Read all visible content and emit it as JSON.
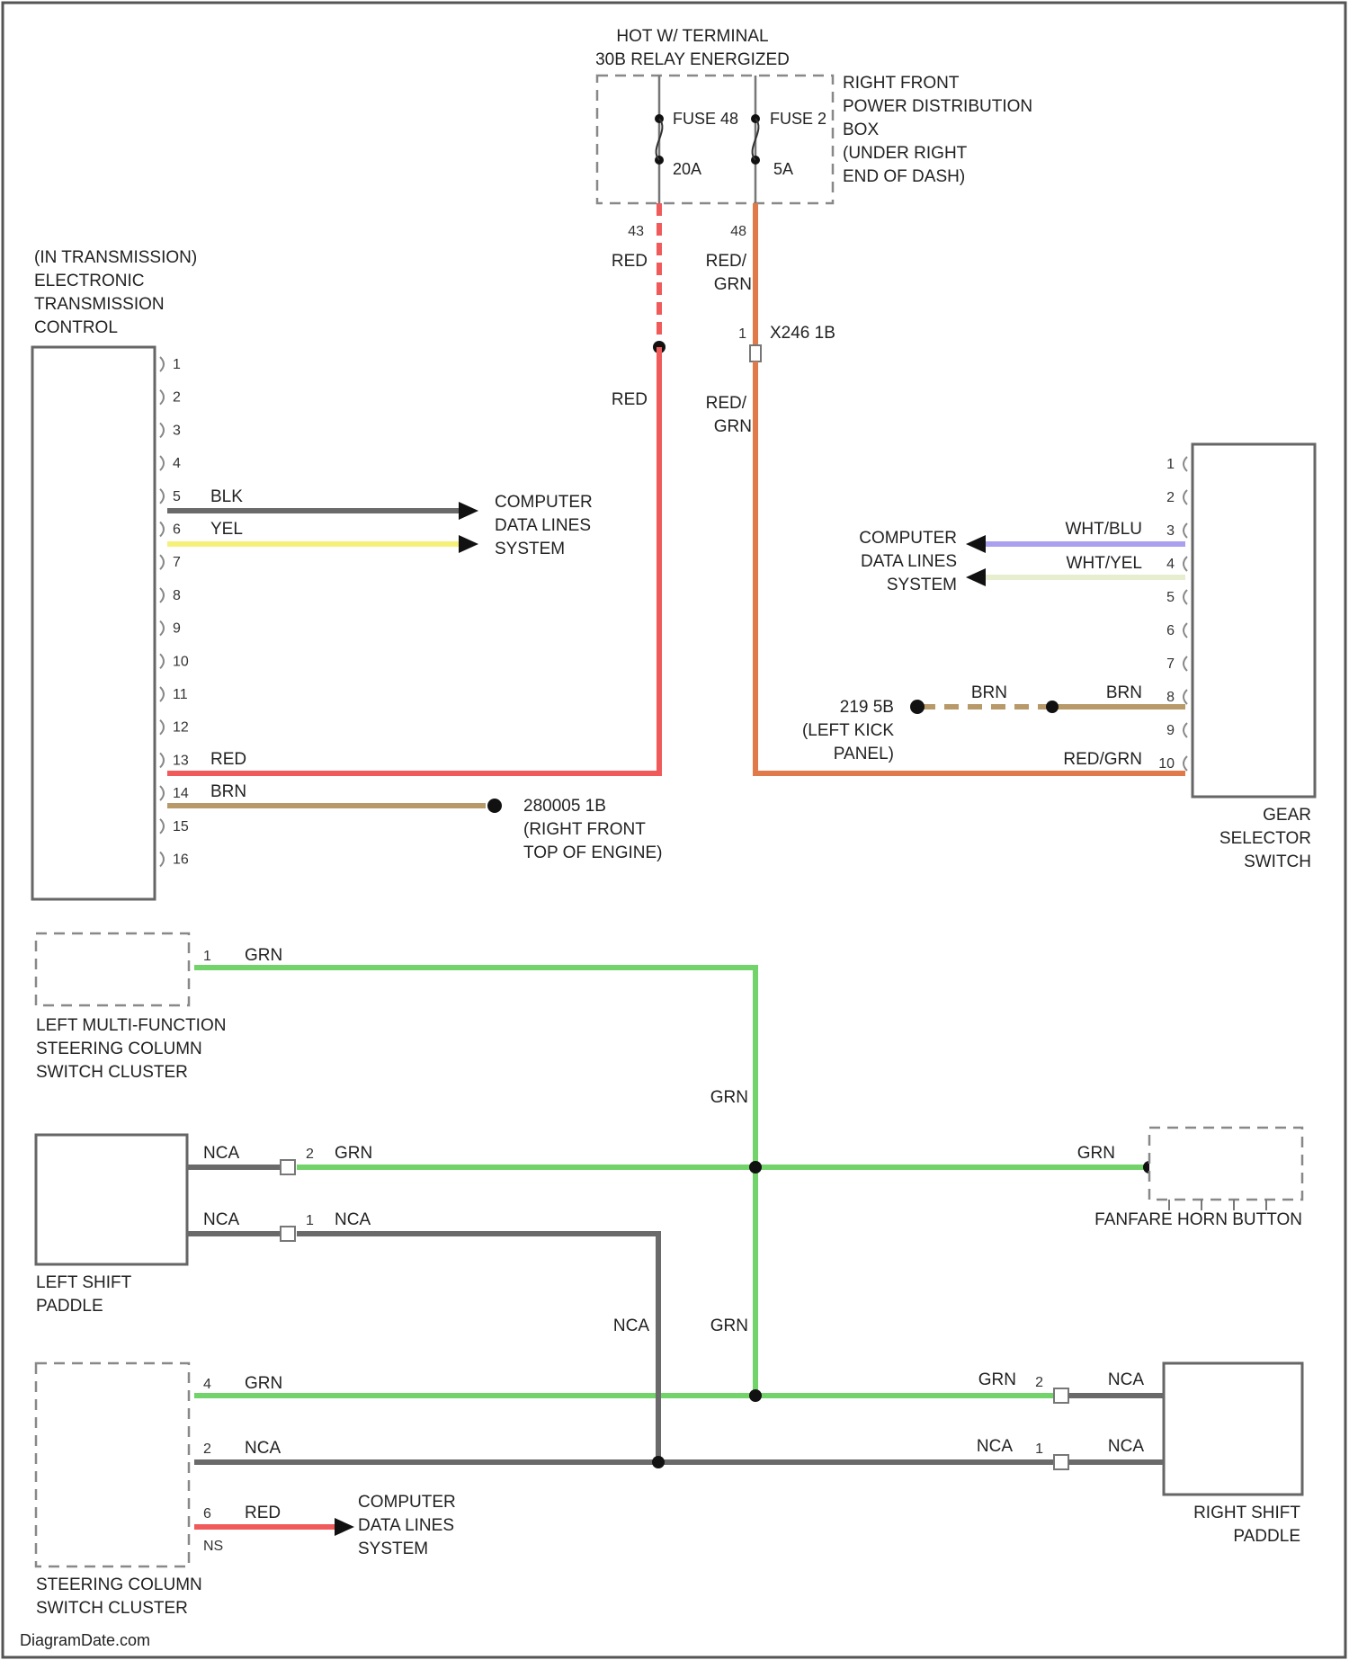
{
  "colors": {
    "red": "#f05a5a",
    "orange": "#e07a4a",
    "green": "#72d36a",
    "gray": "#6a6a6a",
    "yellow": "#f4f07a",
    "brown": "#b89a6a",
    "blue": "#a9a0ef",
    "white_yel": "#e7eecf",
    "frame": "#555555"
  },
  "fuse_box": {
    "hot_label_1": "HOT W/ TERMINAL",
    "hot_label_2": "30B RELAY ENERGIZED",
    "fuse_a_label": "FUSE 48",
    "fuse_a_rating": "20A",
    "fuse_b_label": "FUSE 2",
    "fuse_b_rating": "5A",
    "desc": [
      "RIGHT FRONT",
      "POWER DISTRIBUTION",
      "BOX",
      "(UNDER RIGHT",
      "END OF DASH)"
    ],
    "pin_a": "43",
    "pin_b": "48"
  },
  "wires": {
    "red": "RED",
    "red_grn_1": "RED/",
    "red_grn_2": "GRN",
    "splice_pin": "1",
    "splice_label": "X246 1B",
    "red2": "RED",
    "red_grn2_1": "RED/",
    "red_grn2_2": "GRN"
  },
  "tcm": {
    "label": [
      "(IN TRANSMISSION)",
      "ELECTRONIC",
      "TRANSMISSION",
      "CONTROL"
    ],
    "pins": [
      "1",
      "2",
      "3",
      "4",
      "5",
      "6",
      "7",
      "8",
      "9",
      "10",
      "11",
      "12",
      "13",
      "14",
      "15",
      "16"
    ],
    "wire_5": "BLK",
    "wire_6": "YEL",
    "wire_13": "RED",
    "wire_14": "BRN",
    "cdl": [
      "COMPUTER",
      "DATA LINES",
      "SYSTEM"
    ],
    "ground": [
      "280005 1B",
      "(RIGHT FRONT",
      "TOP OF ENGINE)"
    ]
  },
  "gear_selector": {
    "label": [
      "GEAR",
      "SELECTOR",
      "SWITCH"
    ],
    "pins": [
      "1",
      "2",
      "3",
      "4",
      "5",
      "6",
      "7",
      "8",
      "9",
      "10"
    ],
    "wire_3": "WHT/BLU",
    "wire_4": "WHT/YEL",
    "wire_8": "BRN",
    "wire_8b": "BRN",
    "wire_10": "RED/GRN",
    "cdl": [
      "COMPUTER",
      "DATA LINES",
      "SYSTEM"
    ],
    "ground": [
      "219 5B",
      "(LEFT KICK",
      "PANEL)"
    ]
  },
  "left_mfsc": {
    "label": [
      "LEFT MULTI-FUNCTION",
      "STEERING COLUMN",
      "SWITCH CLUSTER"
    ],
    "pin": "1",
    "wire": "GRN"
  },
  "left_paddle": {
    "label": [
      "LEFT SHIFT",
      "PADDLE"
    ],
    "nca_a": "NCA",
    "pin_a": "2",
    "wire_a": "GRN",
    "nca_b": "NCA",
    "pin_b": "1",
    "wire_b": "NCA"
  },
  "fanfare": {
    "label": "FANFARE HORN BUTTON",
    "wire": "GRN"
  },
  "vertical_labels": {
    "grn_top": "GRN",
    "nca_mid": "NCA",
    "grn_mid": "GRN"
  },
  "right_paddle": {
    "label": [
      "RIGHT SHIFT",
      "PADDLE"
    ],
    "wire_a": "GRN",
    "pin_a": "2",
    "nca_a": "NCA",
    "wire_b": "NCA",
    "pin_b": "1",
    "nca_b": "NCA"
  },
  "scsc": {
    "label": [
      "STEERING COLUMN",
      "SWITCH CLUSTER"
    ],
    "pin_4": "4",
    "wire_4": "GRN",
    "pin_2": "2",
    "wire_2": "NCA",
    "pin_6": "6",
    "wire_6": "RED",
    "pin_ns": "NS",
    "cdl": [
      "COMPUTER",
      "DATA LINES",
      "SYSTEM"
    ]
  },
  "watermark": "DiagramDate.com"
}
